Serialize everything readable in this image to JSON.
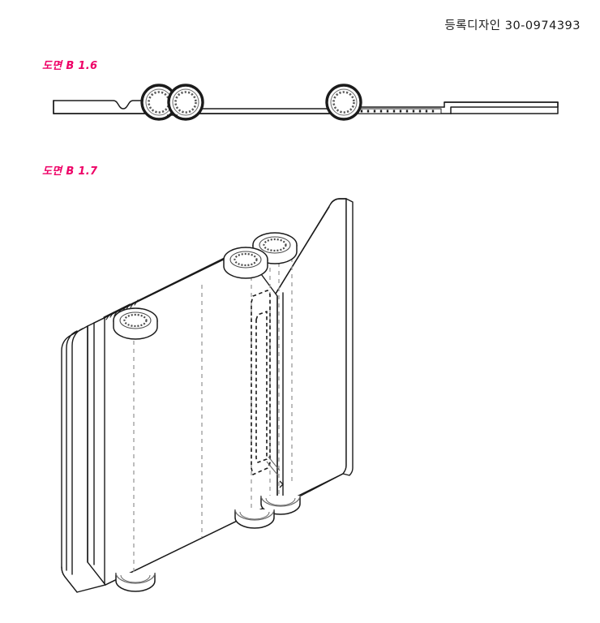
{
  "document": {
    "header_text": "등록디자인 30-0974393",
    "registration_prefix": "등록디자인",
    "registration_number": "30-0974393",
    "page_background": "#ffffff",
    "ink_color": "#1b1b1b",
    "label_color": "#ee0066",
    "hidden_line_color": "#9a9a9a"
  },
  "figures": [
    {
      "id": "b16",
      "label": "도면 B 1.6",
      "view": "edge-side-view",
      "description": "Thin horizontal edge view of a foldable device showing three hinge barrels and a notch",
      "elements": {
        "hinge_barrel_count": 3,
        "notch": true,
        "knurled_strip": true,
        "stepped_tab": true
      }
    },
    {
      "id": "b17",
      "label": "도면 B 1.7",
      "view": "isometric-perspective-view",
      "description": "Isometric view of an open foldable two-panel device joined by hinge barrels with hidden slot detail",
      "elements": {
        "panel_count": 2,
        "hinge_barrel_count": 6,
        "hidden_slot_outline": true,
        "hidden_guide_lines": 6,
        "knurled_strip": true
      }
    }
  ]
}
